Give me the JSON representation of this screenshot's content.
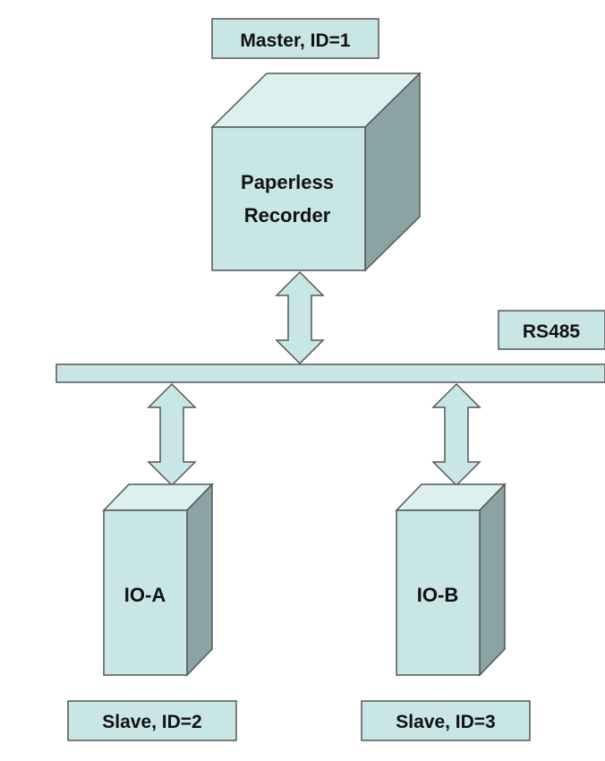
{
  "colors": {
    "fill": "#c9e6e7",
    "top": "#ddf0f0",
    "side": "#8aa4a5",
    "stroke": "#555555",
    "text": "#111111"
  },
  "master": {
    "tag": "Master, ID=1",
    "device_line1": "Paperless",
    "device_line2": "Recorder"
  },
  "bus": {
    "label": "RS485"
  },
  "slaves": [
    {
      "device": "IO-A",
      "tag": "Slave, ID=2"
    },
    {
      "device": "IO-B",
      "tag": "Slave, ID=3"
    }
  ]
}
